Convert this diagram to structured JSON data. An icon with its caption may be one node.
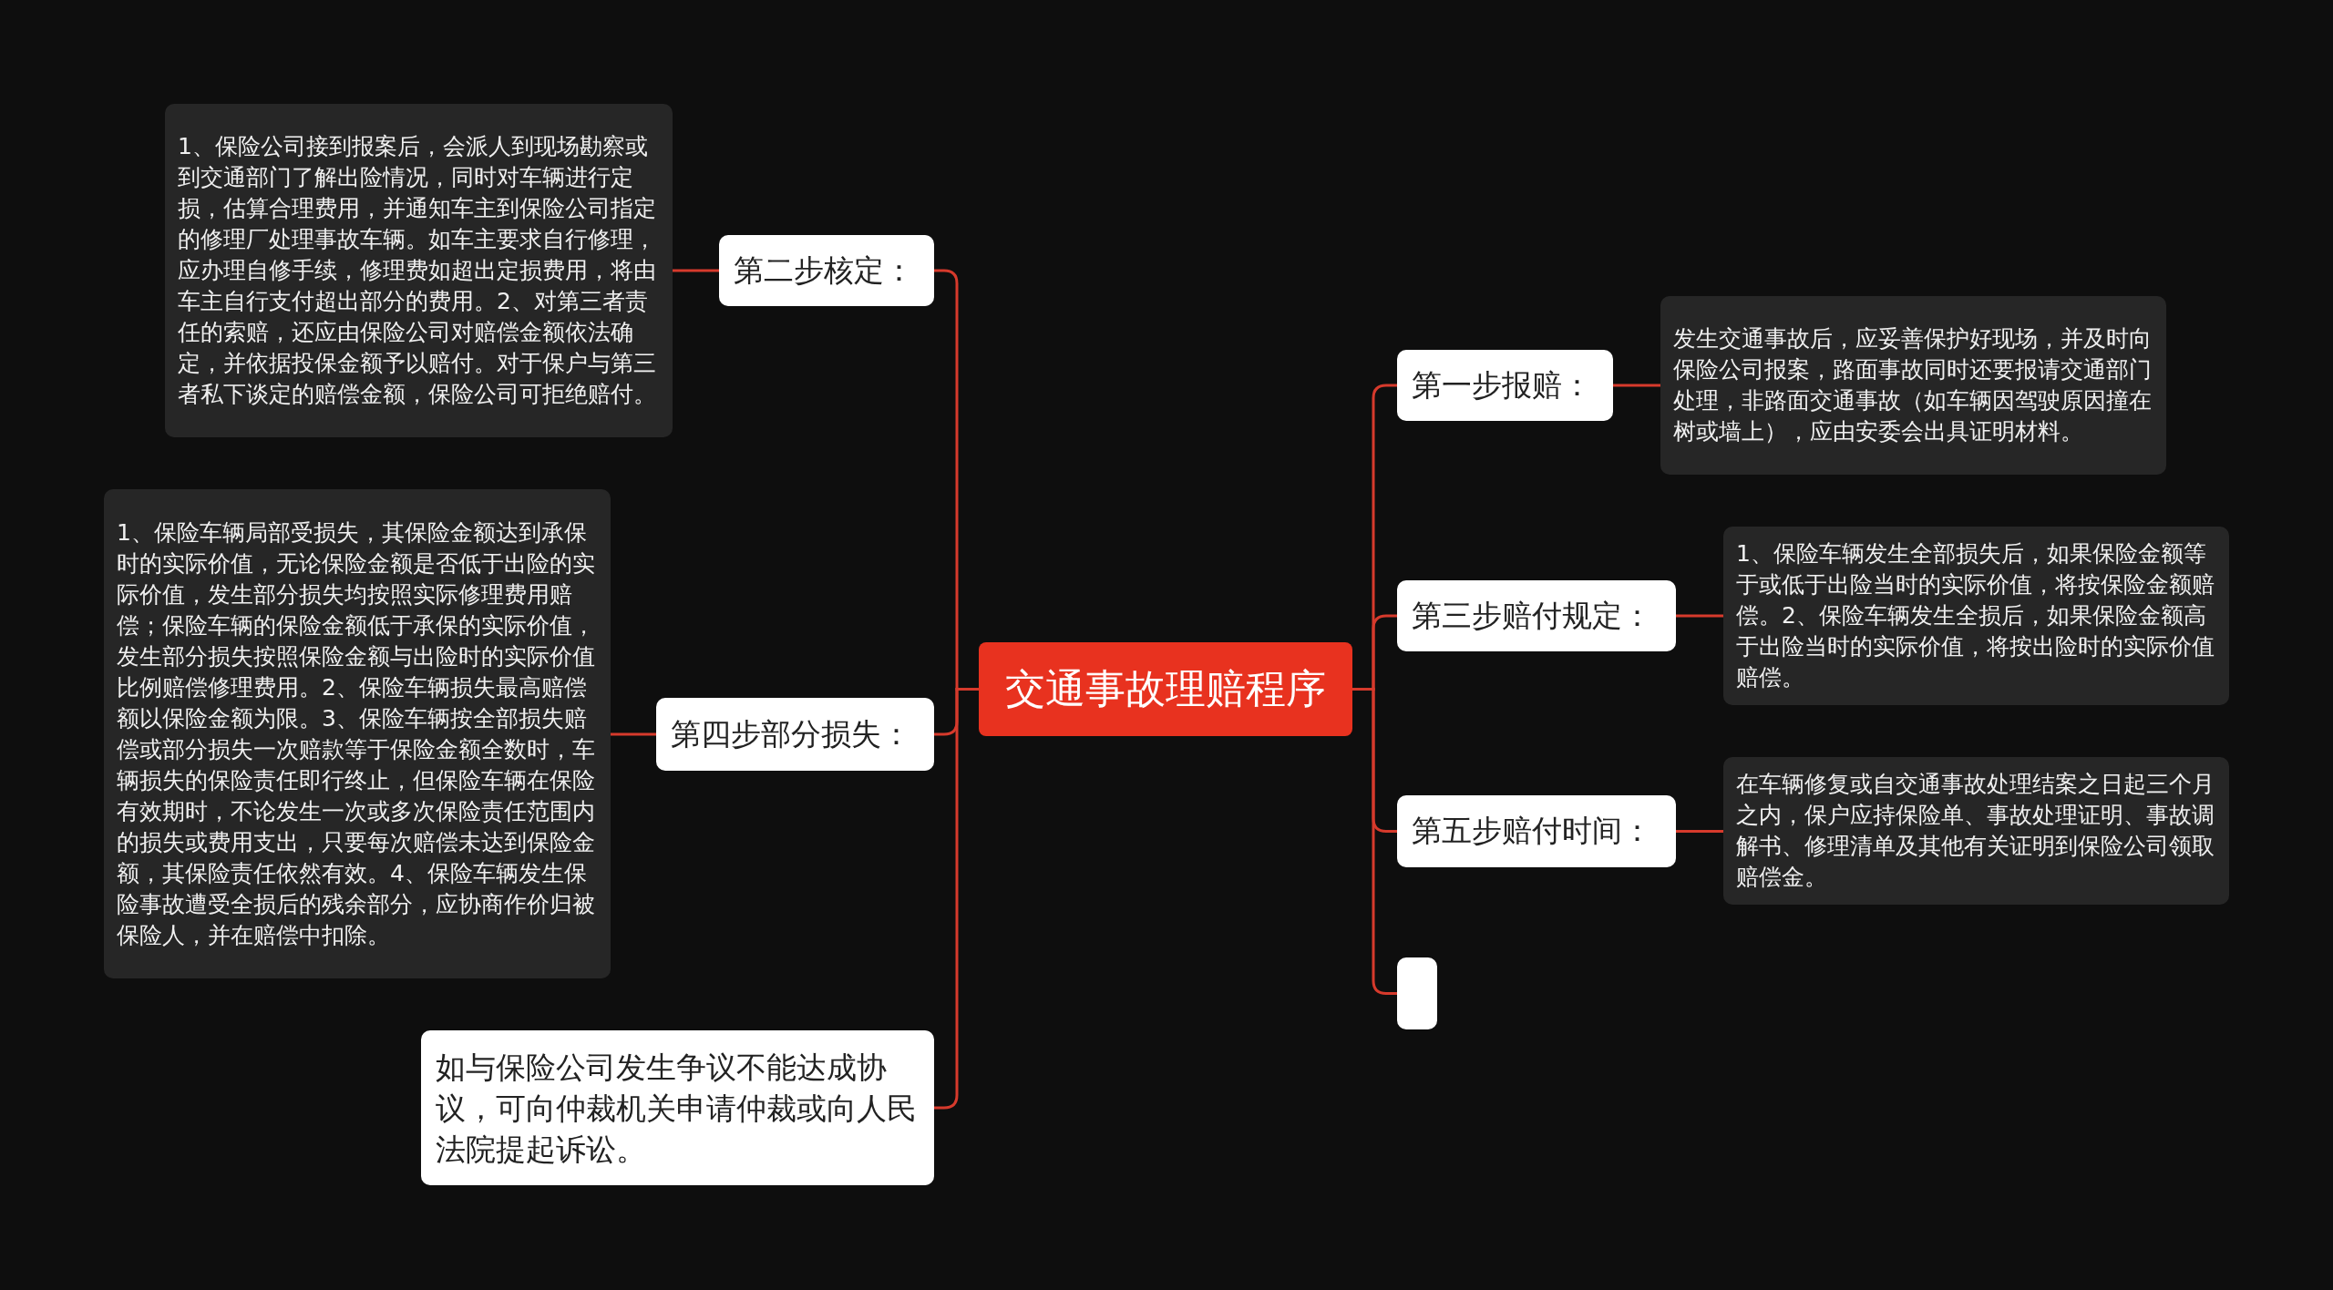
{
  "diagram": {
    "nodes": [
      {
        "text": [
          "交通事故理赔程序"
        ]
      },
      {
        "text": [
          "第二步核定："
        ]
      },
      {
        "text": [
          "1、保险公司接到报案后，会派人到现场勘察或到交通部门了解出险情况，同时对车辆进行定损，估算合理费用，并通知车主到保险公司指定的修理厂处理事故车辆。如车主要求自行修理，应办理自修手续，修理费如超出定损费用，将由车主自行支付超出部分的费用。2、对第三者责任的索赔，还应由保险公司对赔偿金额依法确定，并依据投保金额予以赔付。对于保户与第三者私下谈定的赔偿金额，保险公司可拒绝赔付。"
        ]
      },
      {
        "text": [
          "第四步部分损失："
        ]
      },
      {
        "text": [
          "1、保险车辆局部受损失，其保险金额达到承保时的实际价值，无论保险金额是否低于出险的实际价值，发生部分损失均按照实际修理费用赔偿；保险车辆的保险金额低于承保的实际价值，发生部分损失按照保险金额与出险时的实际价值比例赔偿修理费用。2、保险车辆损失最高赔偿额以保险金额为限。3、保险车辆按全部损失赔偿或部分损失一次赔款等于保险金额全数时，车辆损失的保险责任即行终止，但保险车辆在保险有效期时，不论发生一次或多次保险责任范围内的损失或费用支出，只要每次赔偿未达到保险金额，其保险责任依然有效。4、保险车辆发生保险事故遭受全损后的残余部分，应协商作价归被保险人，并在赔偿中扣除。"
        ]
      },
      {
        "text": [
          "如与保险公司发生争议不能达成协议，可向仲裁机关申请仲裁或向人民法院提起诉讼。"
        ]
      },
      {
        "text": [
          "第一步报赔："
        ]
      },
      {
        "text": [
          "发生交通事故后，应妥善保护好现场，并及时向保险公司报案，路面事故同时还要报请交通部门处理，非路面交通事故（如车辆因驾驶原因撞在树或墙上），应由安委会出具证明材料。"
        ]
      },
      {
        "text": [
          "第三步赔付规定："
        ]
      },
      {
        "text": [
          "1、保险车辆发生全部损失后，如果保险金额等于或低于出险当时的实际价值，将按保险金额赔偿。2、保险车辆发生全损后，如果保险金额高于出险当时的实际价值，将按出险时的实际价值赔偿。"
        ]
      },
      {
        "text": [
          "第五步赔付时间："
        ]
      },
      {
        "text": [
          "在车辆修复或自交通事故处理结案之日起三个月之内，保户应持保险单、事故处理证明、事故调解书、修理清单及其他有关证明到保险公司领取赔偿金。"
        ]
      },
      {
        "text": [],
        "shape": "box"
      }
    ],
    "edges": [
      {
        "from": 0,
        "to": 1,
        "arrow": "none"
      },
      {
        "from": 0,
        "to": 3,
        "arrow": "none"
      },
      {
        "from": 0,
        "to": 5,
        "arrow": "none"
      },
      {
        "from": 0,
        "to": 6,
        "arrow": "none"
      },
      {
        "from": 0,
        "to": 8,
        "arrow": "none"
      },
      {
        "from": 0,
        "to": 10,
        "arrow": "none"
      },
      {
        "from": 0,
        "to": 12,
        "arrow": "none"
      },
      {
        "from": 1,
        "to": 2,
        "arrow": "none"
      },
      {
        "from": 3,
        "to": 4,
        "arrow": "none"
      },
      {
        "from": 6,
        "to": 7,
        "arrow": "none"
      },
      {
        "from": 8,
        "to": 9,
        "arrow": "none"
      },
      {
        "from": 10,
        "to": 11,
        "arrow": "none"
      }
    ]
  }
}
